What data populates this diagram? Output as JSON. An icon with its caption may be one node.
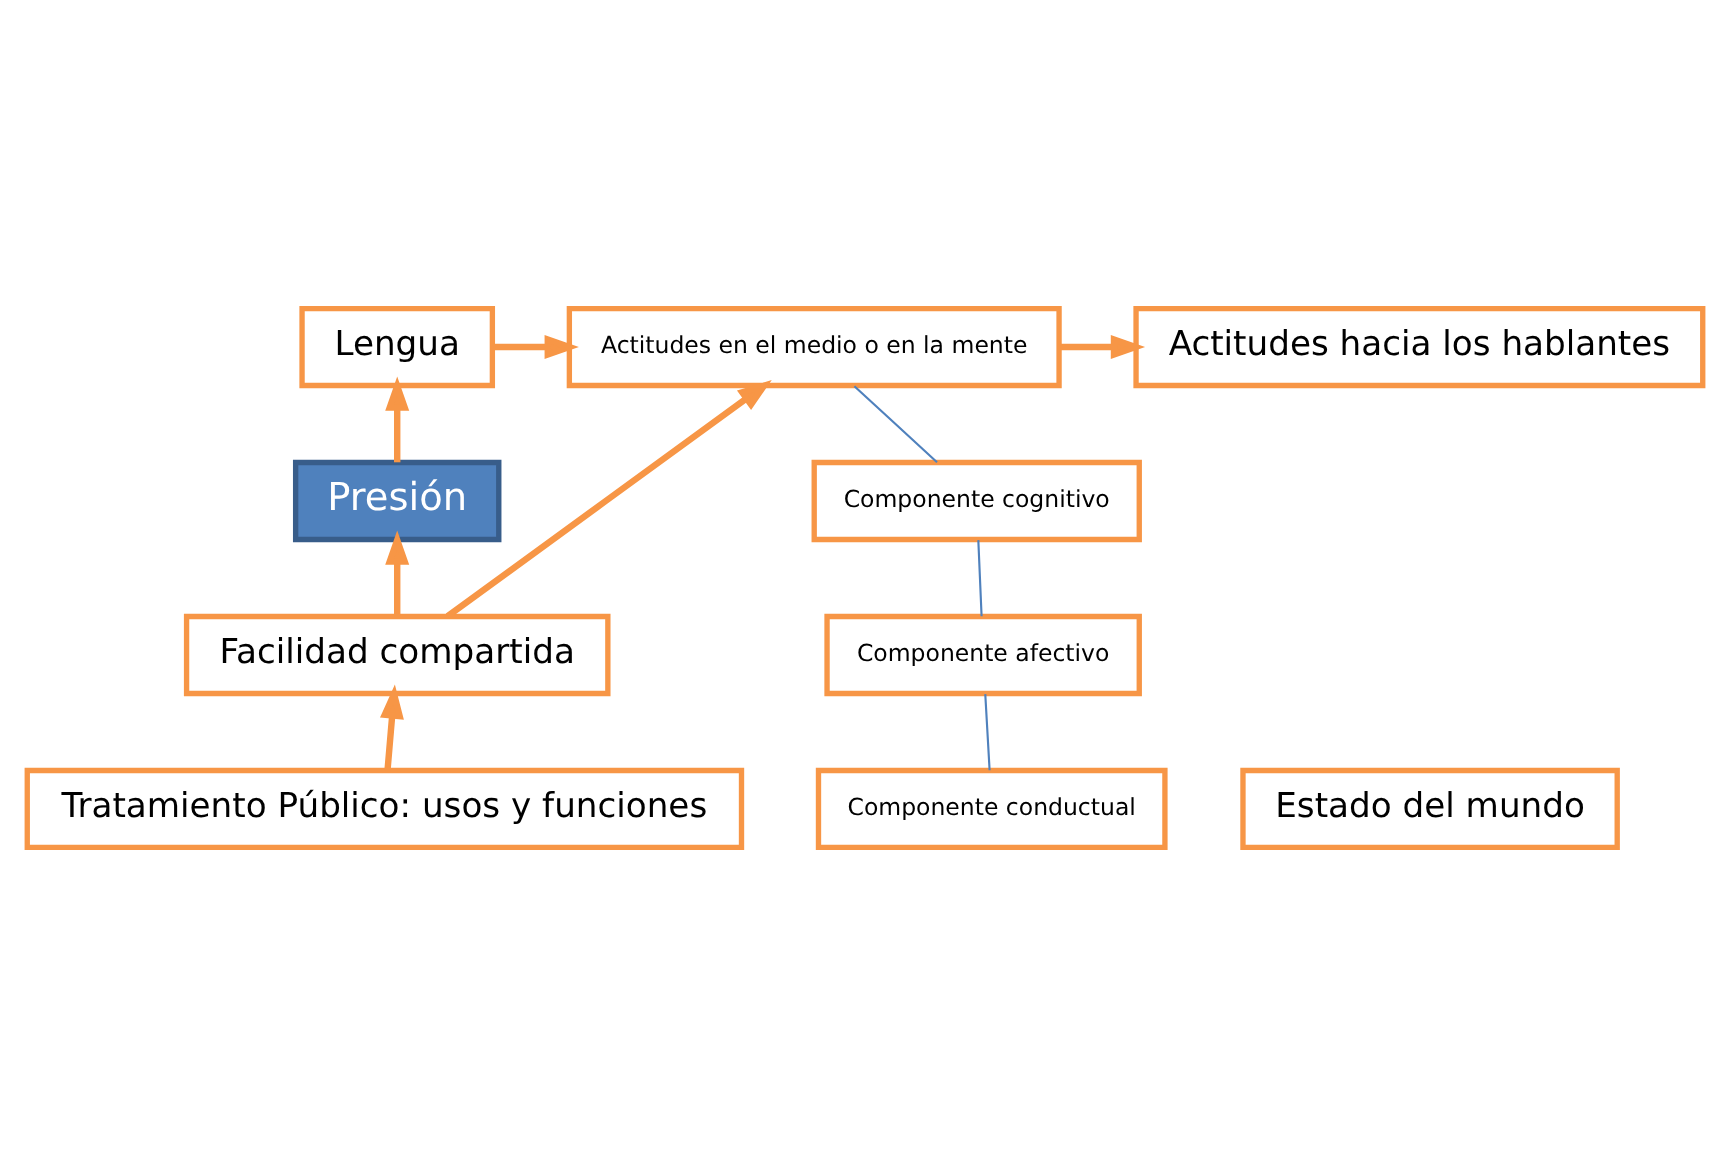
{
  "diagram": {
    "nodes": [
      {
        "text": [
          "Lengua"
        ]
      },
      {
        "text": [
          "Actitudes en el medio o en la mente"
        ]
      },
      {
        "text": [
          "Actitudes hacia los hablantes"
        ]
      },
      {
        "text": [
          "Presión"
        ]
      },
      {
        "text": [
          "Componente cognitivo"
        ]
      },
      {
        "text": [
          "Componente afectivo"
        ]
      },
      {
        "text": [
          "Facilidad compartida"
        ]
      },
      {
        "text": [
          "Componente conductual"
        ]
      },
      {
        "text": [
          "Estado del mundo"
        ]
      },
      {
        "text": [
          "Tratamiento Público: usos y funciones"
        ]
      }
    ],
    "edges": [
      {
        "from": 0,
        "to": 1,
        "arrow": "to"
      },
      {
        "from": 1,
        "to": 2,
        "arrow": "to"
      },
      {
        "from": 3,
        "to": 0,
        "arrow": "to"
      },
      {
        "from": 6,
        "to": 3,
        "arrow": "to"
      },
      {
        "from": 6,
        "to": 1,
        "arrow": "to"
      },
      {
        "from": 9,
        "to": 6,
        "arrow": "to"
      },
      {
        "from": 1,
        "to": 4,
        "arrow": "none",
        "color": "#4f81bd"
      },
      {
        "from": 4,
        "to": 5,
        "arrow": "none",
        "color": "#4f81bd"
      },
      {
        "from": 5,
        "to": 7,
        "arrow": "none",
        "color": "#4f81bd"
      }
    ]
  }
}
